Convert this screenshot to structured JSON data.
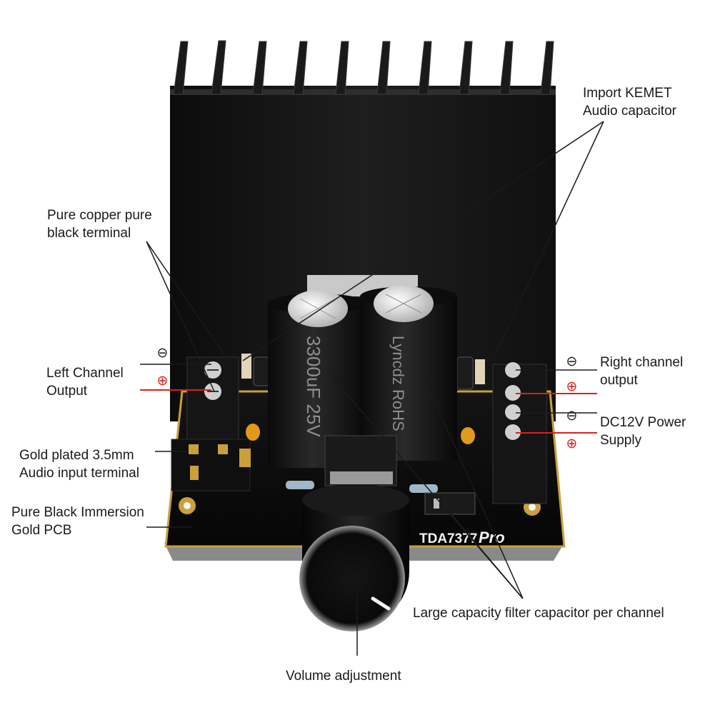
{
  "labels": {
    "kemet": {
      "line1": "Import KEMET",
      "line2": "Audio capacitor"
    },
    "copper": {
      "line1": "Pure copper pure",
      "line2": "black terminal"
    },
    "left_output": {
      "line1": "Left Channel",
      "line2": "Output"
    },
    "right_output": {
      "line1": "Right channel",
      "line2": "output"
    },
    "power": {
      "line1": "DC12V Power",
      "line2": "Supply"
    },
    "audio_input": {
      "line1": "Gold plated 3.5mm",
      "line2": "Audio input terminal"
    },
    "pcb": {
      "line1": "Pure Black Immersion",
      "line2": "Gold PCB"
    },
    "filter_caps": "Large capacity filter capacitor per channel",
    "volume": "Volume adjustment"
  },
  "board_markings": {
    "chip": "TDA7377",
    "suffix": "Pro",
    "cap_left": "3300uF 25V",
    "cap_right": "Lyncdz RoHS"
  },
  "polarity": {
    "minus": "⊖",
    "plus": "⊕"
  },
  "colors": {
    "heatsink": "#141414",
    "pcb": "#0c0c0c",
    "gold": "#c9a03a",
    "minus_line": "#1a1a1a",
    "plus_line": "#d8221b"
  }
}
